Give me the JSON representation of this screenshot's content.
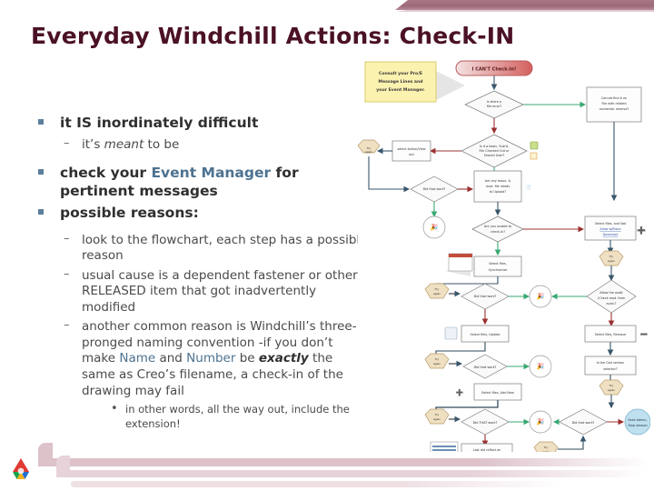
{
  "slide": {
    "title": "Everyday Windchill Actions:  Check-IN",
    "title_color": "#4b1126",
    "accent_color": "#4d7290",
    "banner_color": "#a0707f",
    "ribbon_color": "#ddc2ca",
    "logo_name": "creo-triangle-logo"
  },
  "bullets": {
    "b1": "it IS inordinately difficult",
    "b1_sub_pre": "it’s ",
    "b1_sub_em": "meant",
    "b1_sub_post": " to be",
    "b2_pre": "check your ",
    "b2_accent": "Event Manager",
    "b2_post": " for pertinent messages",
    "b3": "possible reasons:",
    "r1": "look to the flowchart, each step has a possible reason",
    "r2": "usual cause is a dependent fastener or other RELEASED item that got inadvertently modified",
    "r3_a": "another common reason is Windchill’s three-pronged naming convention  -if you don’t make ",
    "r3_name": "Name",
    "r3_b": " and ",
    "r3_number": "Number",
    "r3_c": " be ",
    "r3_exactly": "exactly",
    "r3_d": " the same as Creo’s filename, a check-in of the drawing may fail",
    "r3_sub": "in other words, all the way out, include the extension!",
    "marker_lvl1": "▪",
    "marker_lvl2": "–",
    "marker_lvl3": "•"
  },
  "flowchart": {
    "title": "check-in-troubleshooting-flowchart",
    "note": "Consult your Pro/E Message Lines and your Event Manager.",
    "start": "I CAN'T Check-In!",
    "nodes": [
      "Is there a file error?",
      "Cannot find it on File with related connector reserve?",
      "Is it a basic Sub'd, File Checked Out or Shared User?",
      "select Action/View out",
      "Try again",
      "Did that work?",
      "Are any assoc. & mod. file needs to Upload?",
      "Are you unable to check-in?",
      "Select files, and Not Allow w/Block Download",
      "Select files, Synchronize",
      "Select files, Update",
      "Allow the audit (Check mod. item avail.)",
      "Select files, Remove",
      "Is the Cad version selector?",
      "Select files, Add New",
      "Did THAT work?",
      "Did that work?",
      "Last did reflect an or WC with files down to Workspace",
      "Seek Admin, Stop session"
    ],
    "try_again_label": "Try again",
    "end_label": "Seek Admin, Stop session"
  }
}
